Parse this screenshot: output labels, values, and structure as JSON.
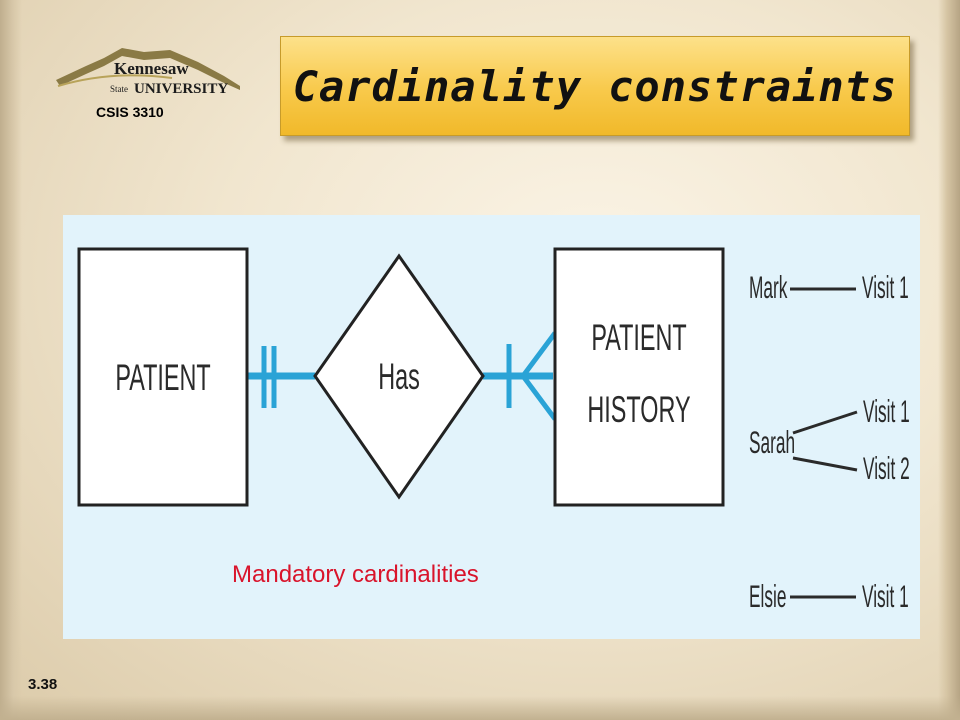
{
  "header": {
    "logo_text_line1": "Kennesaw",
    "logo_text_small": "State",
    "logo_text_line2": "UNIVERSITY",
    "course": "CSIS 3310",
    "title": "Cardinality constraints"
  },
  "diagram": {
    "entity_left": "PATIENT",
    "relationship": "Has",
    "entity_right_line1": "PATIENT",
    "entity_right_line2": "HISTORY",
    "instances": [
      {
        "name": "Mark",
        "visits": [
          "Visit 1"
        ]
      },
      {
        "name": "Sarah",
        "visits": [
          "Visit 1",
          "Visit 2"
        ]
      },
      {
        "name": "Elsie",
        "visits": [
          "Visit 1"
        ]
      }
    ],
    "line_color": "#2aa3d6",
    "background": "#e2f3fb"
  },
  "caption": "Mandatory cardinalities",
  "caption_color": "#d9142b",
  "slide_number": "3.38",
  "title_box_color": "#f8c94a"
}
